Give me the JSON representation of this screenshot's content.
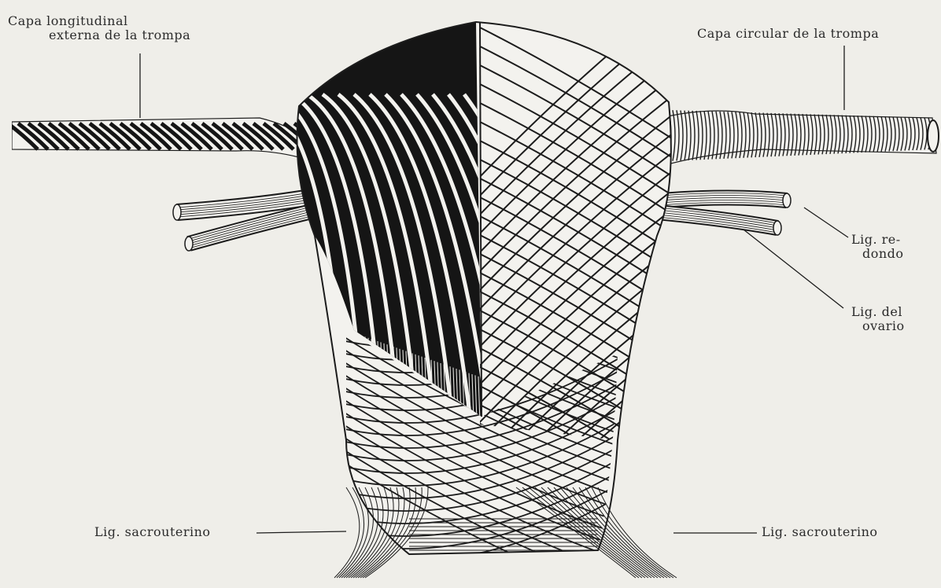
{
  "labels": {
    "capa_longitudinal": [
      "Capa longitudinal",
      "externa de la trompa"
    ],
    "capa_circular": "Capa circular de la trompa",
    "lig_redondo": [
      "Lig. re-",
      "dondo"
    ],
    "lig_ovario": [
      "Lig. del",
      "ovario"
    ],
    "lig_sacrouterino_left": "Lig. sacrouterino",
    "lig_sacrouterino_right": "Lig. sacrouterino"
  },
  "colors": {
    "paper": "#efeee9",
    "ink": "#1c1c1c",
    "muscle_dark": "#151515",
    "fiber_light": "#f3f2ee"
  }
}
